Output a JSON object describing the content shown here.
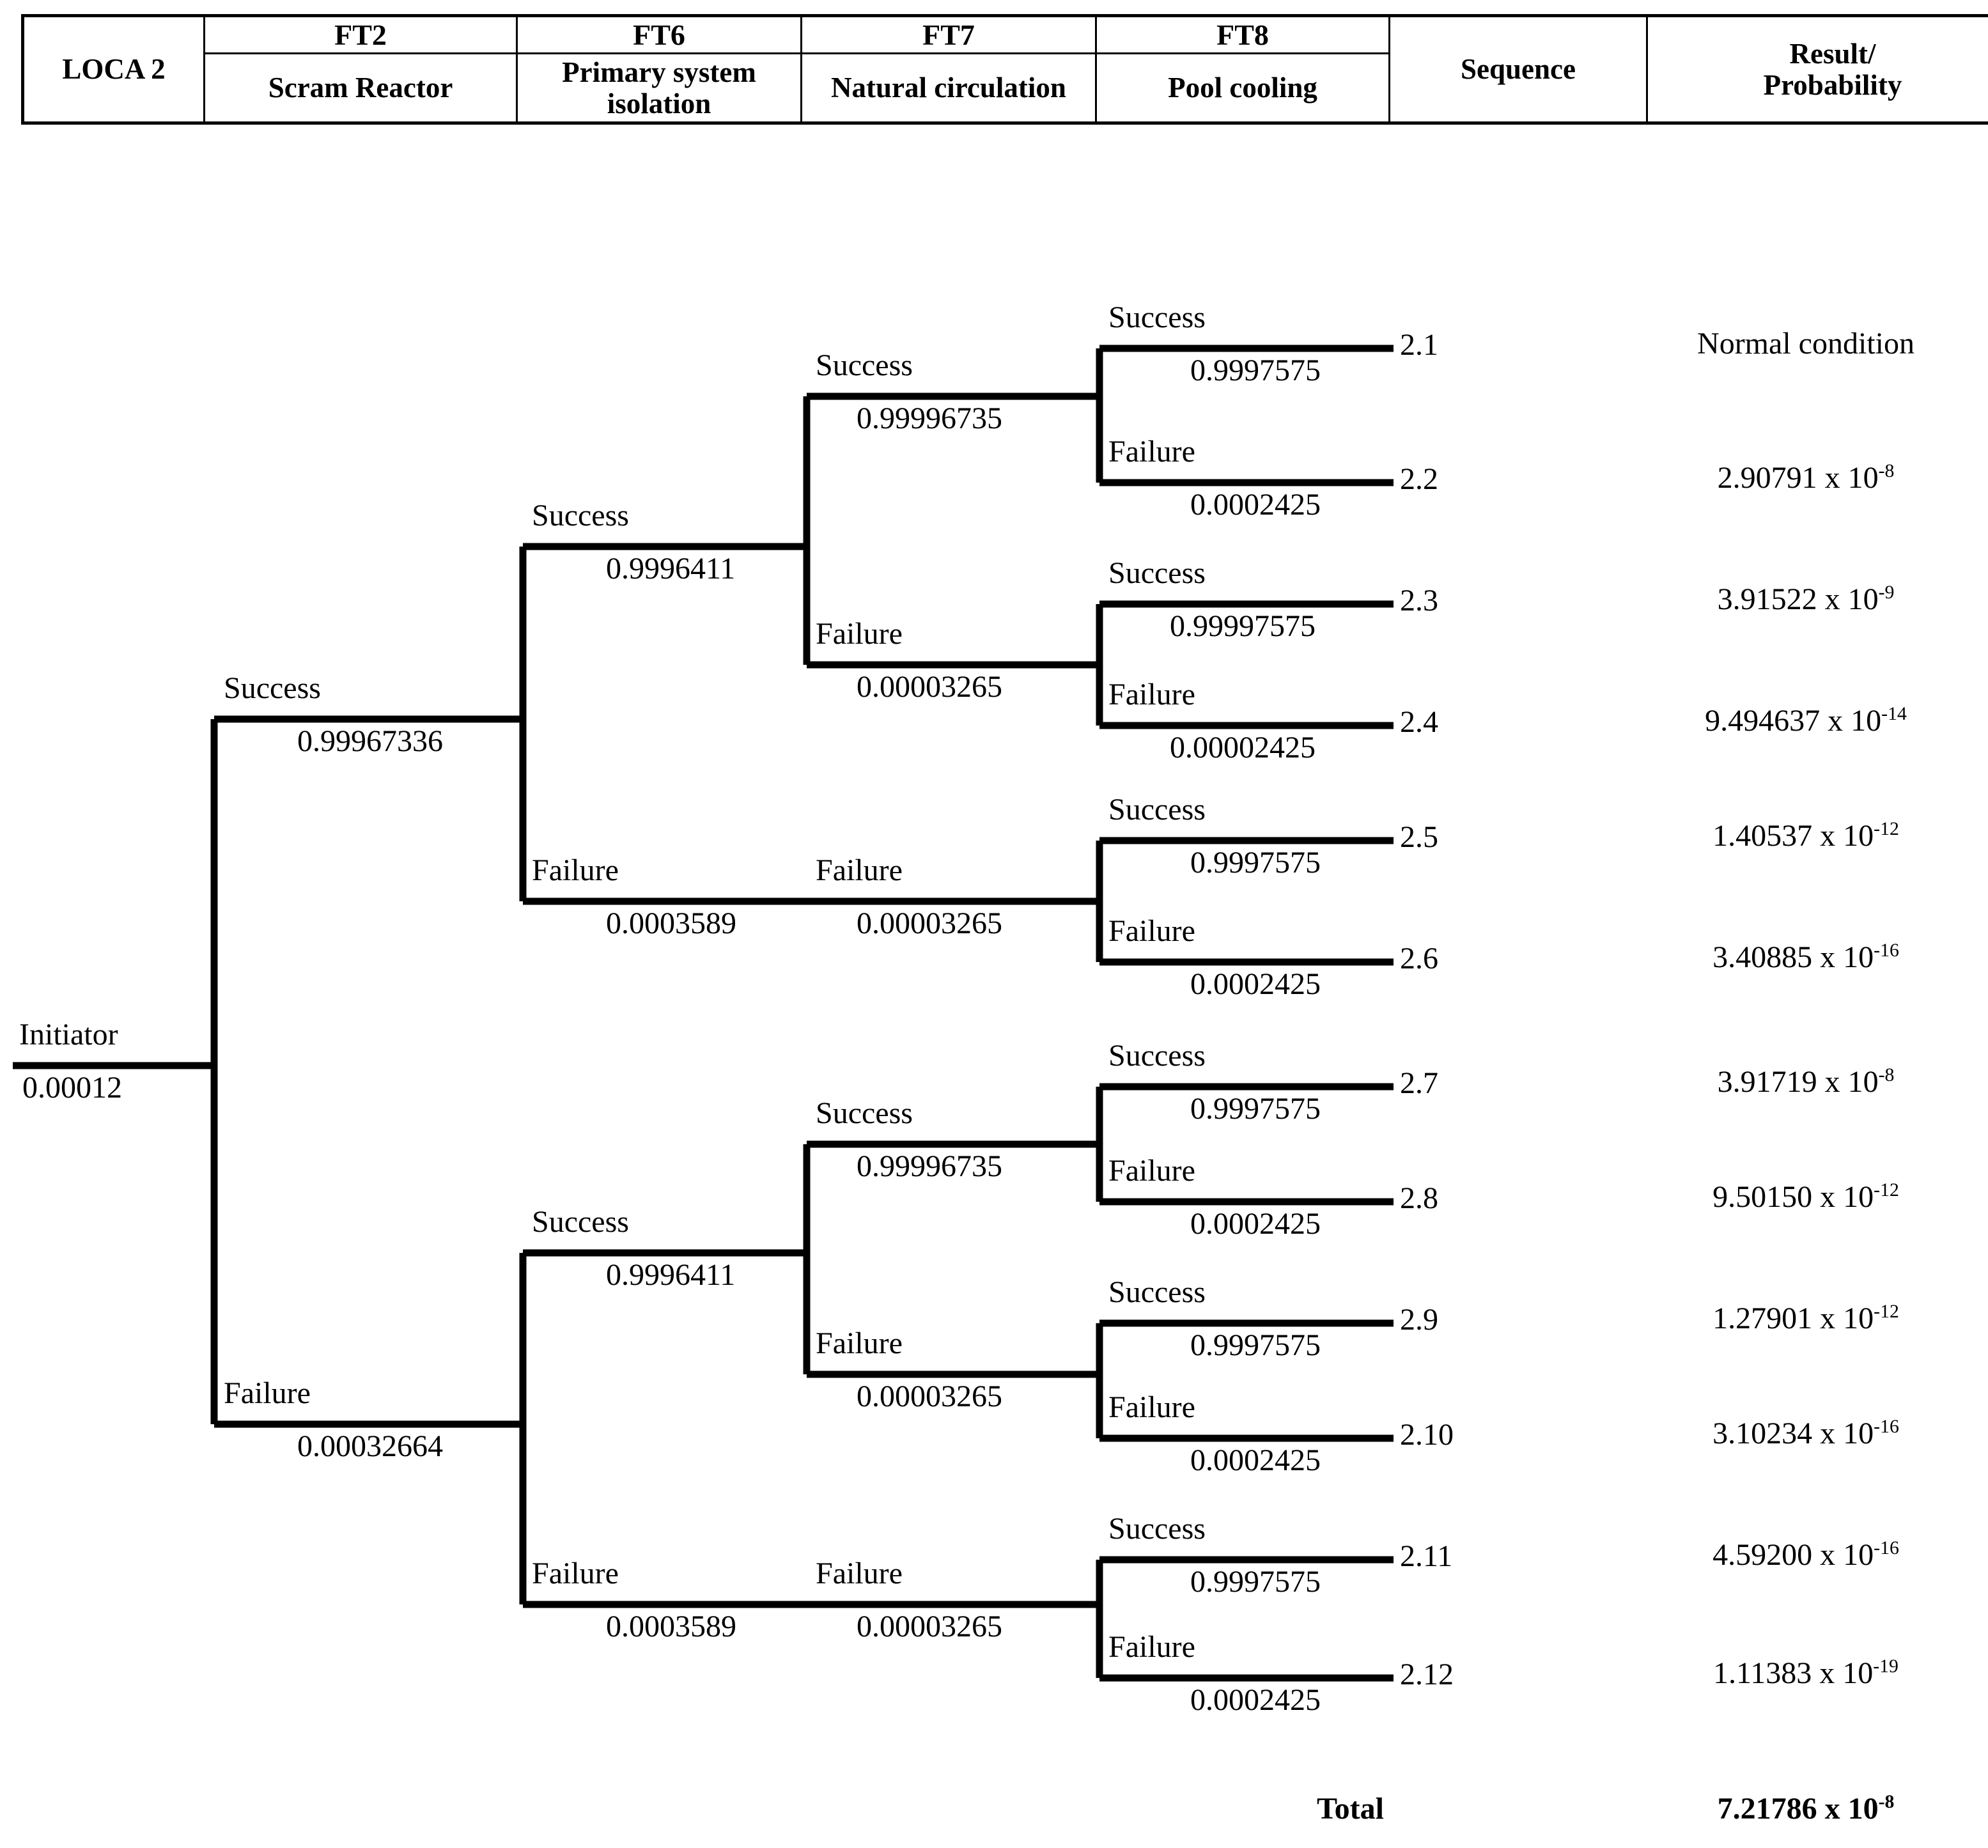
{
  "header": {
    "row1": [
      "",
      "FT2",
      "FT6",
      "FT7",
      "FT8",
      "",
      ""
    ],
    "row2_loca": "LOCA 2",
    "row2": [
      "Scram Reactor",
      "Primary system isolation",
      "Natural circulation",
      "Pool cooling"
    ],
    "sequence_label": "Sequence",
    "result_label": "Result/ Probability",
    "result_line1": "Result/",
    "result_line2": "Probability"
  },
  "initiator": {
    "label": "Initiator",
    "probability": "0.00012"
  },
  "branches": {
    "ft2_success": {
      "label": "Success",
      "probability": "0.99967336"
    },
    "ft2_failure": {
      "label": "Failure",
      "probability": "0.00032664"
    },
    "ft6_s_success": {
      "label": "Success",
      "probability": "0.9996411"
    },
    "ft6_s_failure": {
      "label": "Failure",
      "probability": "0.0003589"
    },
    "ft6_f_success": {
      "label": "Success",
      "probability": "0.9996411"
    },
    "ft6_f_failure": {
      "label": "Failure",
      "probability": "0.0003589"
    },
    "ft7_ss_success": {
      "label": "Success",
      "probability": "0.99996735"
    },
    "ft7_ss_failure": {
      "label": "Failure",
      "probability": "0.00003265"
    },
    "ft7_sf_failure": {
      "label": "Failure",
      "probability": "0.00003265"
    },
    "ft7_fs_success": {
      "label": "Success",
      "probability": "0.99996735"
    },
    "ft7_fs_failure": {
      "label": "Failure",
      "probability": "0.00003265"
    },
    "ft7_ff_failure": {
      "label": "Failure",
      "probability": "0.00003265"
    },
    "ft8_1_success": {
      "label": "Success",
      "probability": "0.9997575"
    },
    "ft8_1_failure": {
      "label": "Failure",
      "probability": "0.0002425"
    },
    "ft8_2_success": {
      "label": "Success",
      "probability": "0.99997575"
    },
    "ft8_2_failure": {
      "label": "Failure",
      "probability": "0.00002425"
    },
    "ft8_3_success": {
      "label": "Success",
      "probability": "0.9997575"
    },
    "ft8_3_failure": {
      "label": "Failure",
      "probability": "0.0002425"
    },
    "ft8_4_success": {
      "label": "Success",
      "probability": "0.9997575"
    },
    "ft8_4_failure": {
      "label": "Failure",
      "probability": "0.0002425"
    },
    "ft8_5_success": {
      "label": "Success",
      "probability": "0.9997575"
    },
    "ft8_5_failure": {
      "label": "Failure",
      "probability": "0.0002425"
    },
    "ft8_6_success": {
      "label": "Success",
      "probability": "0.9997575"
    },
    "ft8_6_failure": {
      "label": "Failure",
      "probability": "0.0002425"
    }
  },
  "sequences": [
    {
      "id": "2.1",
      "result_mantissa": "Normal condition",
      "result_exponent": ""
    },
    {
      "id": "2.2",
      "result_mantissa": "2.90791 x 10",
      "result_exponent": "-8"
    },
    {
      "id": "2.3",
      "result_mantissa": "3.91522 x 10",
      "result_exponent": "-9"
    },
    {
      "id": "2.4",
      "result_mantissa": "9.494637 x 10",
      "result_exponent": "-14"
    },
    {
      "id": "2.5",
      "result_mantissa": "1.40537 x 10",
      "result_exponent": "-12"
    },
    {
      "id": "2.6",
      "result_mantissa": "3.40885 x 10",
      "result_exponent": "-16"
    },
    {
      "id": "2.7",
      "result_mantissa": "3.91719 x 10",
      "result_exponent": "-8"
    },
    {
      "id": "2.8",
      "result_mantissa": "9.50150 x 10",
      "result_exponent": "-12"
    },
    {
      "id": "2.9",
      "result_mantissa": "1.27901 x 10",
      "result_exponent": "-12"
    },
    {
      "id": "2.10",
      "result_mantissa": "3.10234 x 10",
      "result_exponent": "-16"
    },
    {
      "id": "2.11",
      "result_mantissa": "4.59200 x 10",
      "result_exponent": "-16"
    },
    {
      "id": "2.12",
      "result_mantissa": "1.11383 x 10",
      "result_exponent": "-19"
    }
  ],
  "total": {
    "label": "Total",
    "mantissa": "7.21786 x 10",
    "exponent": "-8"
  },
  "colors": {
    "line": "#000000",
    "background": "#ffffff"
  }
}
